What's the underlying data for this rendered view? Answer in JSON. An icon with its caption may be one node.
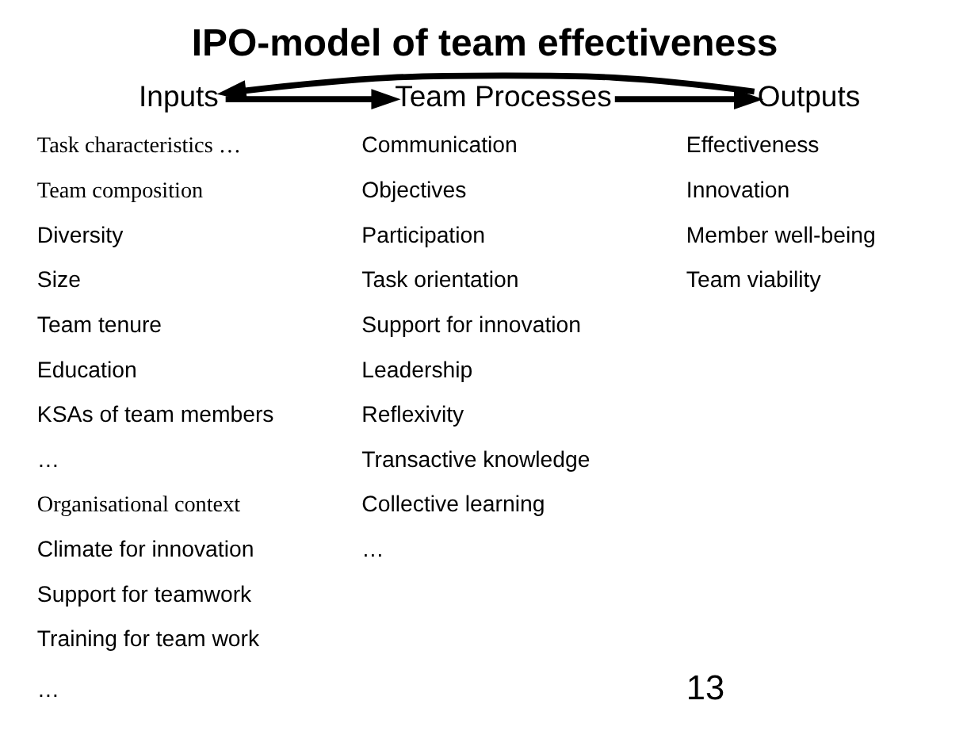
{
  "diagram": {
    "title": "IPO-model of team effectiveness",
    "nodes": [
      {
        "text": [
          "Inputs"
        ]
      },
      {
        "text": [
          "Team Processes"
        ]
      },
      {
        "text": [
          "Outputs"
        ]
      }
    ],
    "edges": [
      {
        "from": 0,
        "to": 1,
        "arrow": "to"
      },
      {
        "from": 1,
        "to": 2,
        "arrow": "to"
      },
      {
        "from": 2,
        "to": 0,
        "arrow": "to"
      }
    ],
    "labels": [
      "Task characteristics …",
      "Team composition",
      "Diversity",
      "Size",
      "Team tenure",
      "Education",
      "KSAs of team members",
      "…",
      "Organisational context",
      "Climate for innovation",
      "Support for teamwork",
      "Training for team work",
      "…",
      "Communication",
      "Objectives",
      "Participation",
      "Task orientation",
      "Support for innovation",
      "Leadership",
      "Reflexivity",
      "Transactive knowledge",
      "Collective learning",
      "…",
      "Effectiveness",
      "Innovation",
      "Member well-being",
      "Team viability",
      "13"
    ]
  }
}
